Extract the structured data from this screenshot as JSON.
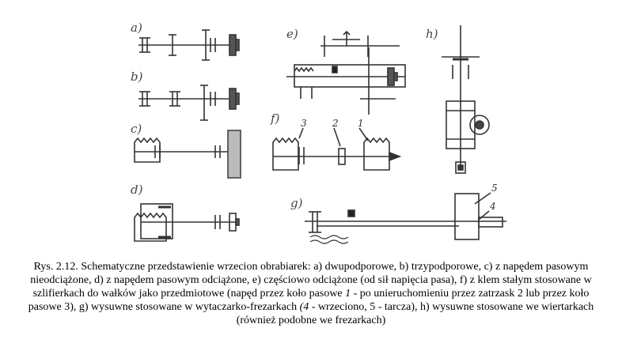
{
  "diagram": {
    "panel_labels": [
      "a)",
      "b)",
      "c)",
      "d)",
      "e)",
      "f)",
      "g)",
      "h)"
    ],
    "f_part_numbers": [
      "3",
      "2",
      "1"
    ],
    "g_part_numbers": [
      "5",
      "4"
    ]
  },
  "caption": {
    "p1": "Rys. 2.12. Schematyczne przedstawienie wrzecion obrabiarek: a) dwupodporowe, b) trzypodporowe, c) z napędem pasowym nieodciążone, d) z napędem pasowym odciążone, e) częściowo odciążone (od sił napięcia pasa), f) z klem stałym stosowane w szlifierkach do wałków jako przedmiotowe (napęd przez koło pasowe ",
    "i1": "1",
    "p2": " - po unieruchomieniu przez zatrzask 2 lub przez koło pasowe 3), g) wysuwne stosowane w wytaczarko-frezarkach ",
    "i2": "(4",
    "p3": " - wrzeciono, 5 - tarcza), h) wysuwne stosowane we wiertarkach (również podobne we frezarkach)"
  }
}
